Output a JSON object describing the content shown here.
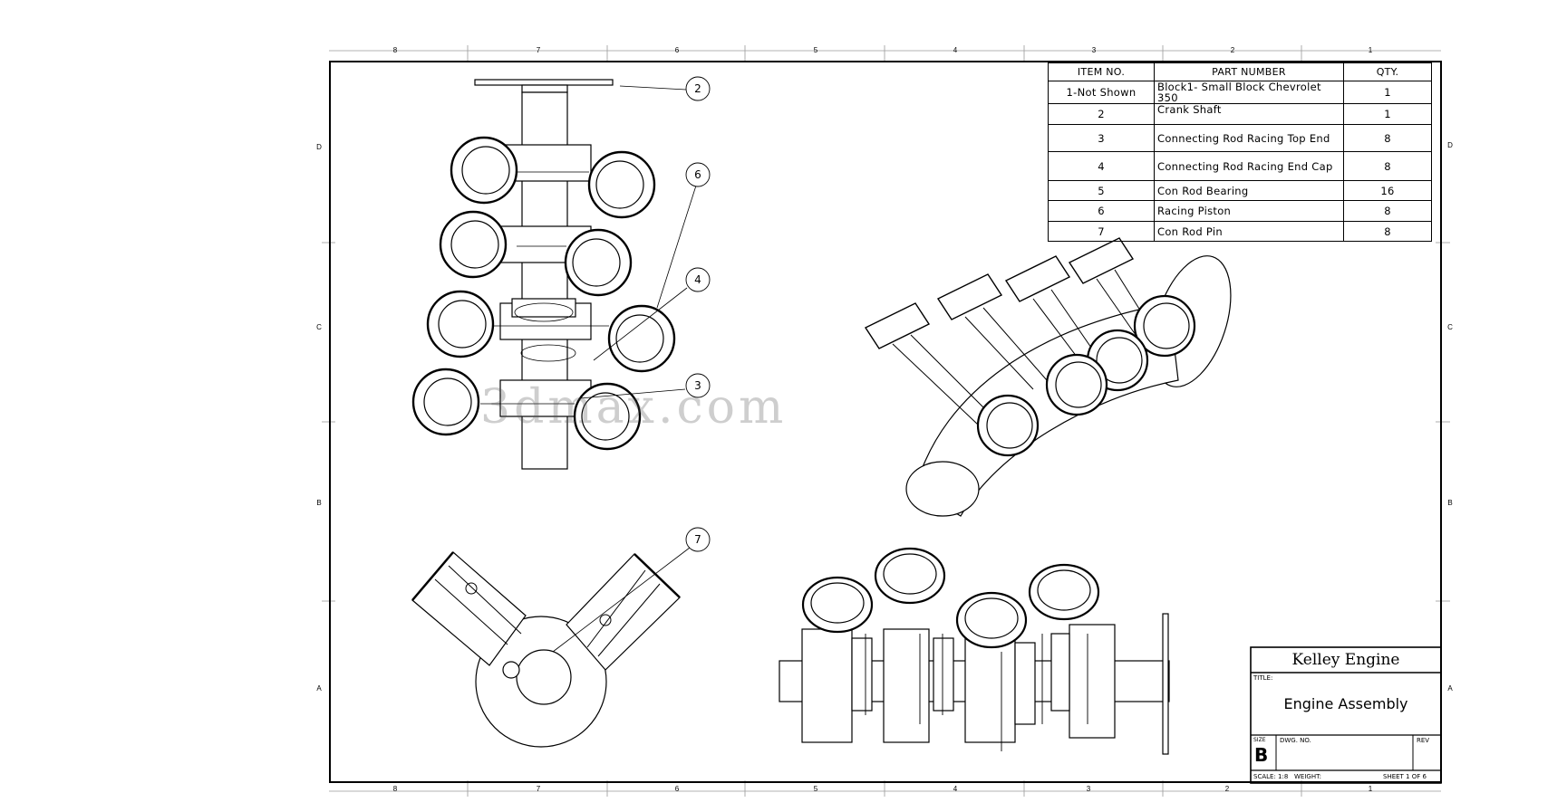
{
  "zones": {
    "columns": [
      "8",
      "7",
      "6",
      "5",
      "4",
      "3",
      "2",
      "1"
    ],
    "rows": [
      "D",
      "C",
      "B",
      "A"
    ]
  },
  "bom": {
    "headers": {
      "item": "ITEM NO.",
      "part": "PART NUMBER",
      "qty": "QTY."
    },
    "rows": [
      {
        "item": "1-Not Shown",
        "part": "Block1- Small Block Chevrolet 350",
        "qty": "1"
      },
      {
        "item": "2",
        "part": "Crank Shaft",
        "qty": "1"
      },
      {
        "item": "3",
        "part": "Connecting Rod Racing Top End",
        "qty": "8"
      },
      {
        "item": "4",
        "part": "Connecting Rod Racing End Cap",
        "qty": "8"
      },
      {
        "item": "5",
        "part": "Con Rod Bearing",
        "qty": "16"
      },
      {
        "item": "6",
        "part": "Racing Piston",
        "qty": "8"
      },
      {
        "item": "7",
        "part": "Con Rod Pin",
        "qty": "8"
      }
    ]
  },
  "callouts": [
    "2",
    "6",
    "4",
    "3",
    "7"
  ],
  "title_block": {
    "company": "Kelley Engine",
    "title_label": "TITLE:",
    "title": "Engine Assembly",
    "size_label": "SIZE",
    "size": "B",
    "dwg_label": "DWG. NO.",
    "rev_label": "REV",
    "scale": "SCALE: 1:8",
    "weight": "WEIGHT:",
    "sheet": "SHEET 1 OF 6"
  },
  "watermark": "3dmax.com"
}
